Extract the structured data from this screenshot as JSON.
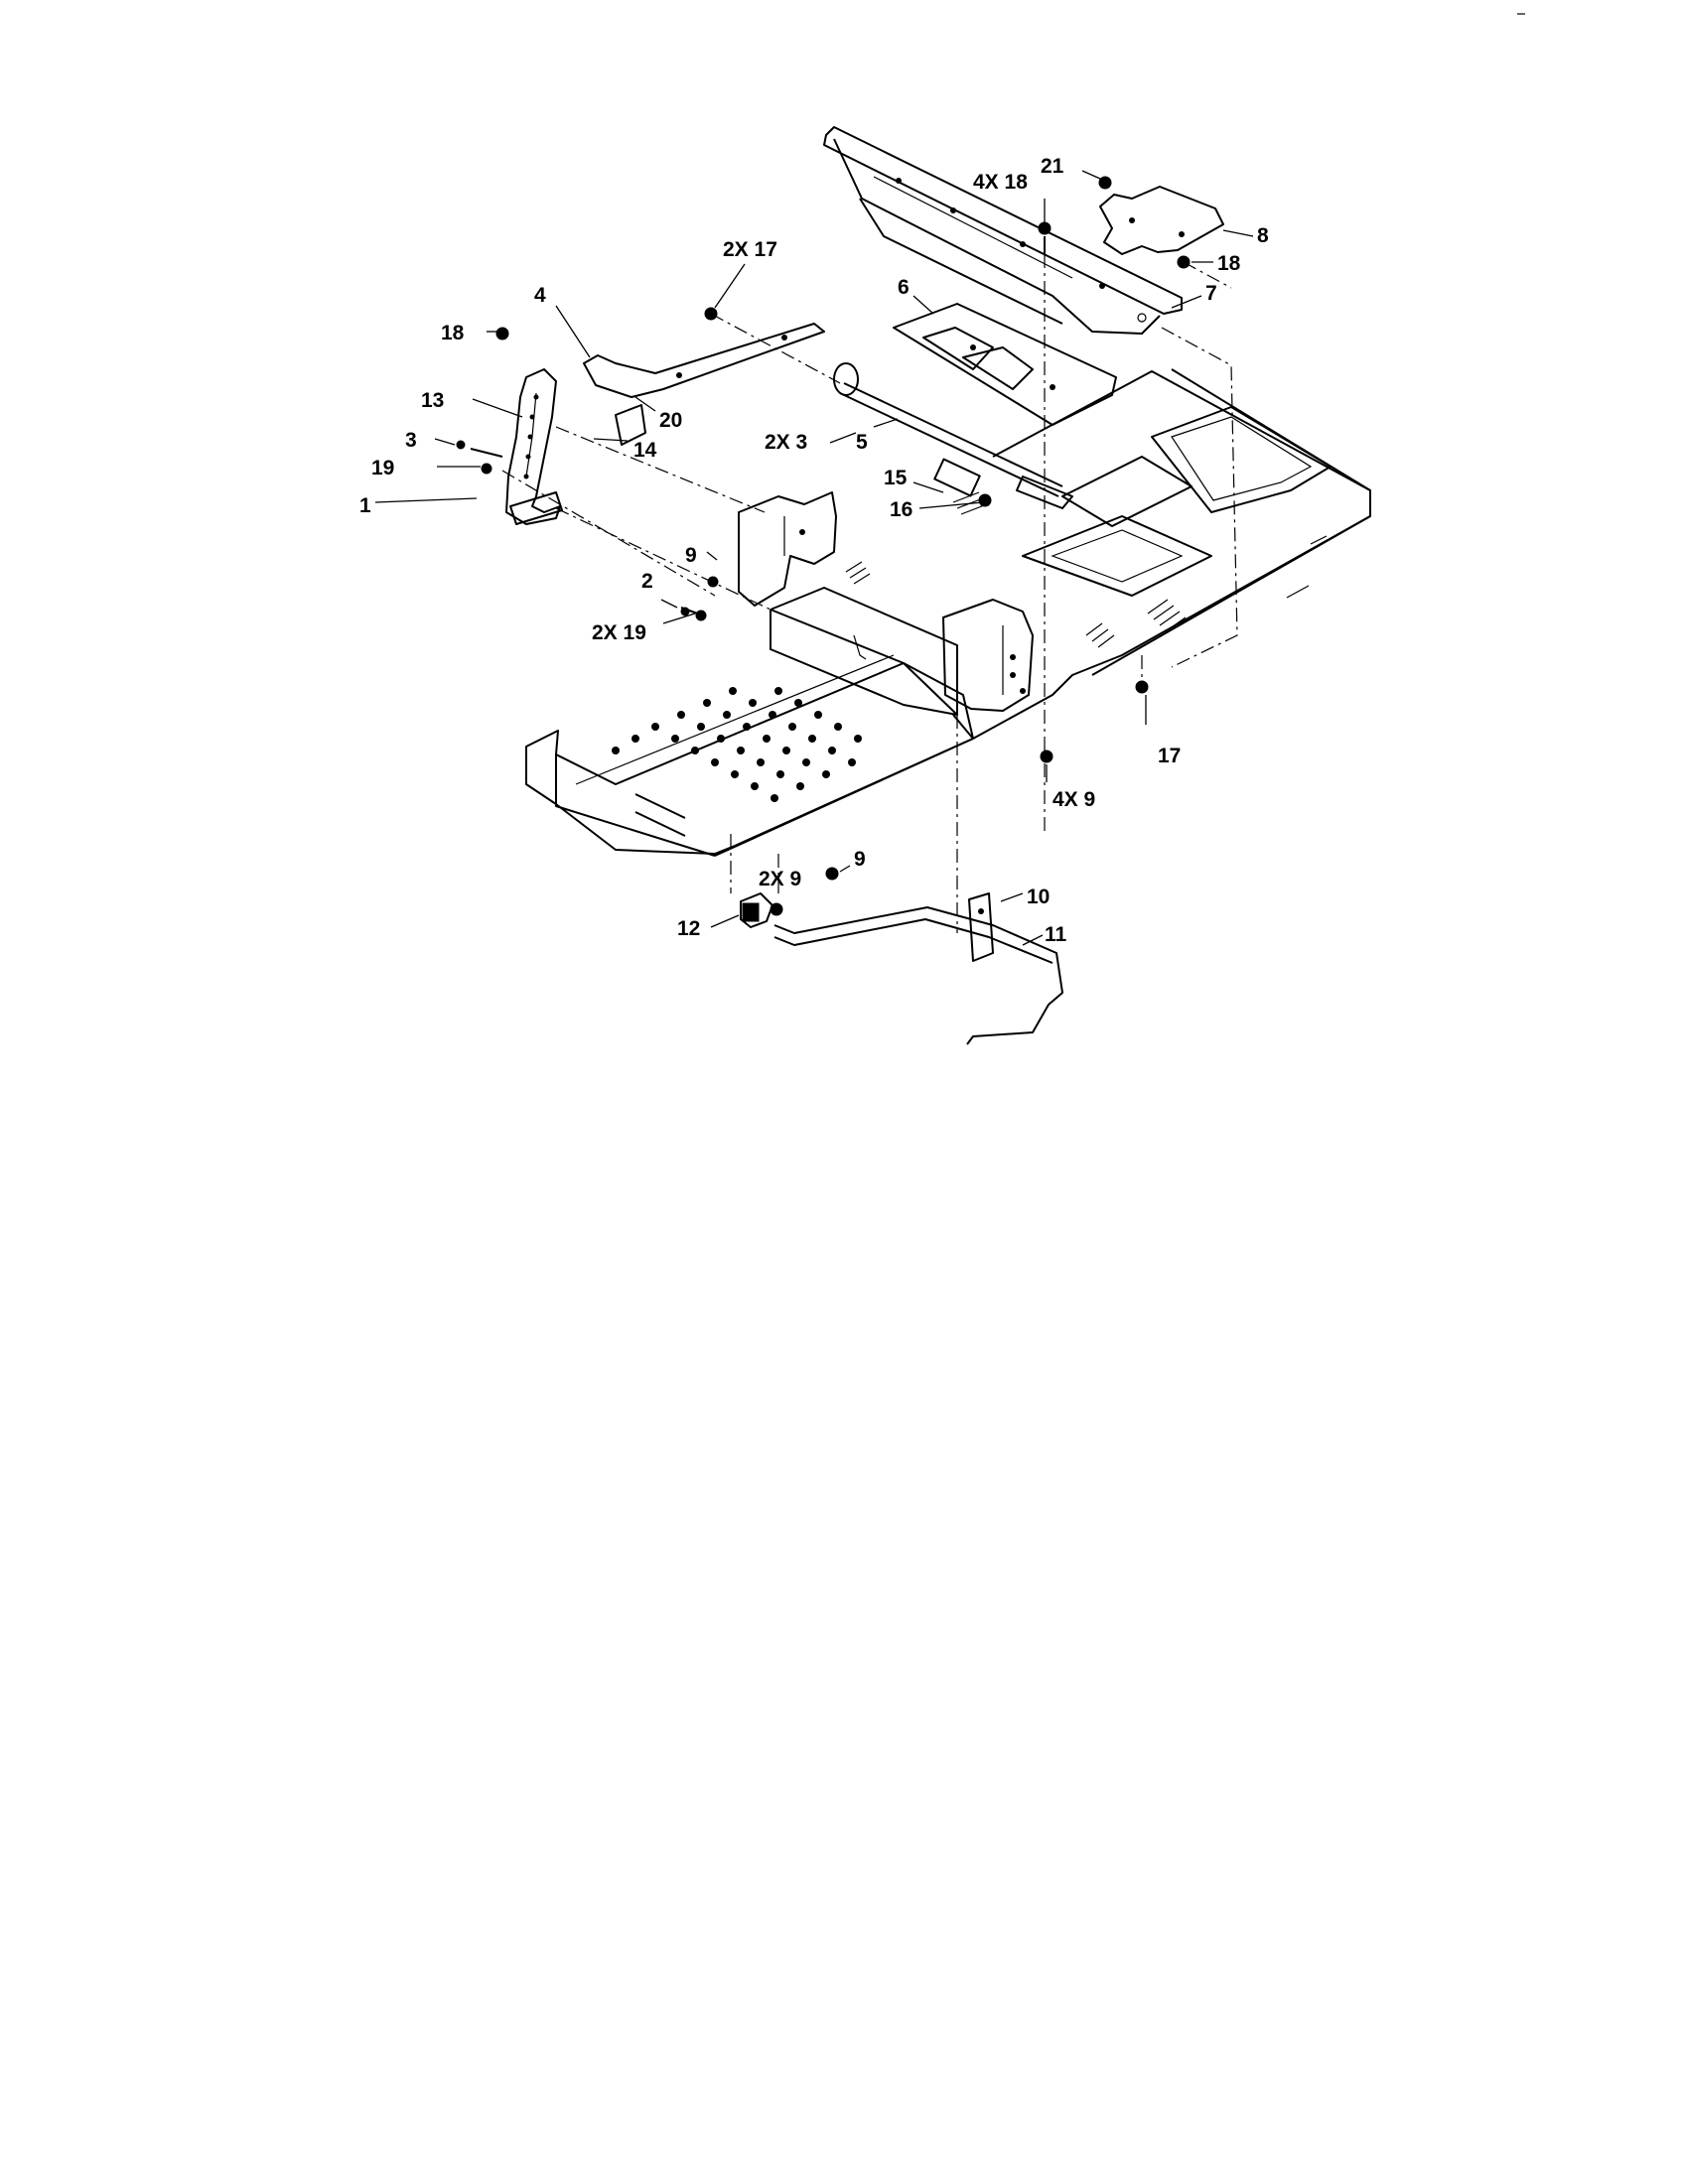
{
  "diagram": {
    "callouts": [
      {
        "id": "c21",
        "text": "21"
      },
      {
        "id": "c4x18",
        "text": "4X 18"
      },
      {
        "id": "c8",
        "text": "8"
      },
      {
        "id": "c18r",
        "text": "18"
      },
      {
        "id": "c7",
        "text": "7"
      },
      {
        "id": "c2x17",
        "text": "2X 17"
      },
      {
        "id": "c6",
        "text": "6"
      },
      {
        "id": "c4",
        "text": "4"
      },
      {
        "id": "c18l",
        "text": "18"
      },
      {
        "id": "c13",
        "text": "13"
      },
      {
        "id": "c20",
        "text": "20"
      },
      {
        "id": "c3",
        "text": "3"
      },
      {
        "id": "c14",
        "text": "14"
      },
      {
        "id": "c2x3",
        "text": "2X 3"
      },
      {
        "id": "c5",
        "text": "5"
      },
      {
        "id": "c19",
        "text": "19"
      },
      {
        "id": "c15",
        "text": "15"
      },
      {
        "id": "c1",
        "text": "1"
      },
      {
        "id": "c16",
        "text": "16"
      },
      {
        "id": "c9a",
        "text": "9"
      },
      {
        "id": "c2",
        "text": "2"
      },
      {
        "id": "c2x19",
        "text": "2X 19"
      },
      {
        "id": "c17",
        "text": "17"
      },
      {
        "id": "c4x9",
        "text": "4X 9"
      },
      {
        "id": "c9b",
        "text": "9"
      },
      {
        "id": "c2x9",
        "text": "2X 9"
      },
      {
        "id": "c10",
        "text": "10"
      },
      {
        "id": "c12",
        "text": "12"
      },
      {
        "id": "c11",
        "text": "11"
      }
    ]
  }
}
